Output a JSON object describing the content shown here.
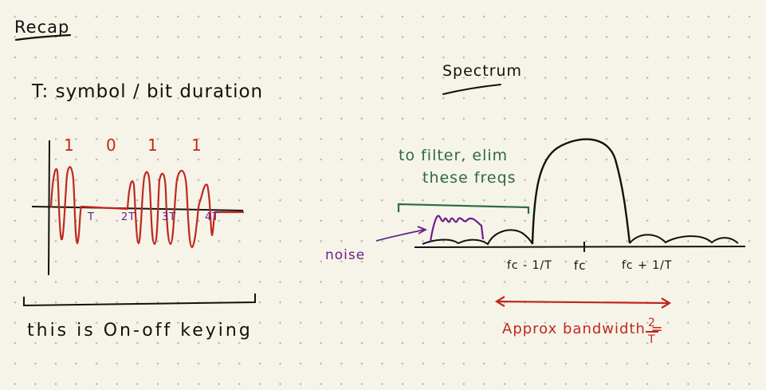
{
  "recap": {
    "title": "Recap",
    "definition": "T: symbol / bit duration",
    "bits": [
      "1",
      "0",
      "1",
      "1"
    ],
    "time_ticks": [
      "T",
      "2T",
      "3T",
      "4T"
    ],
    "caption": "this is On-off keying"
  },
  "spectrum": {
    "title": "Spectrum",
    "filter_note": [
      "to filter, elim",
      "these freqs"
    ],
    "noise_label": "noise",
    "freq_labels": {
      "low": "fc - 1/T",
      "center": "fc",
      "high": "fc + 1/T"
    },
    "bandwidth_label": "Approx bandwidth =",
    "bandwidth_value": {
      "numerator": "2",
      "denominator": "T"
    }
  },
  "colors": {
    "ink": "#111111",
    "red": "#c0281f",
    "purple": "#6b1f8c",
    "green": "#2e6b3f",
    "background": "#f6f4e8"
  }
}
